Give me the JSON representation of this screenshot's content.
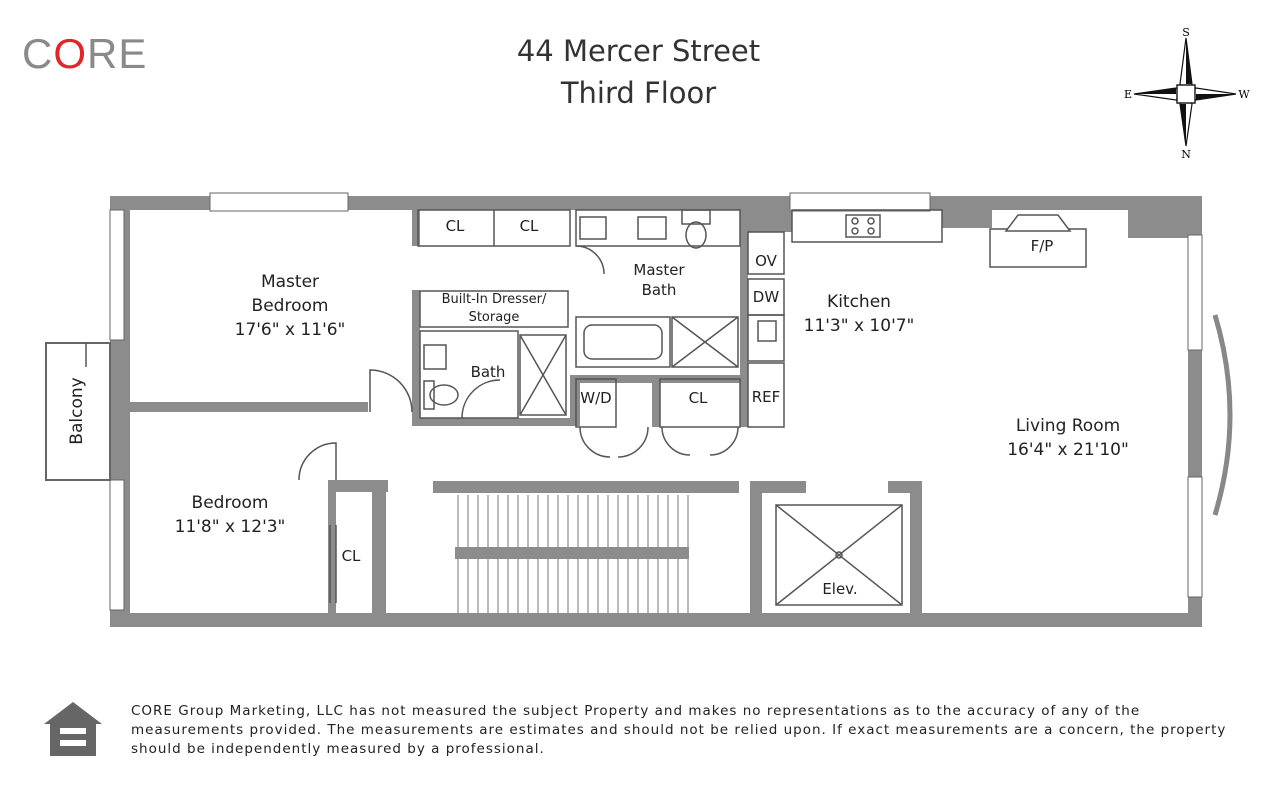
{
  "brand": {
    "logo_pre": "C",
    "logo_o": "O",
    "logo_post": "RE"
  },
  "header": {
    "address": "44 Mercer Street",
    "floor": "Third Floor"
  },
  "compass": {
    "north": "N",
    "south": "S",
    "east": "E",
    "west": "W"
  },
  "rooms": {
    "master_bedroom": {
      "name_line1": "Master",
      "name_line2": "Bedroom",
      "size": "17'6\" x 11'6\""
    },
    "bedroom": {
      "name": "Bedroom",
      "size": "11'8\" x 12'3\""
    },
    "kitchen": {
      "name": "Kitchen",
      "size": "11'3\" x 10'7\""
    },
    "living_room": {
      "name": "Living Room",
      "size": "16'4\" x 21'10\""
    },
    "master_bath": {
      "name_line1": "Master",
      "name_line2": "Bath"
    },
    "bath": {
      "name": "Bath"
    },
    "balcony": {
      "name": "Balcony"
    }
  },
  "fixtures": {
    "closet_1": "CL",
    "closet_2": "CL",
    "closet_3": "CL",
    "closet_4": "CL",
    "built_in_line1": "Built-In Dresser/",
    "built_in_line2": "Storage",
    "washer_dryer": "W/D",
    "oven": "OV",
    "dishwasher": "DW",
    "refrigerator": "REF",
    "fireplace": "F/P",
    "elevator": "Elev."
  },
  "footer": {
    "disclaimer": "CORE Group Marketing, LLC has not measured the subject Property and makes no representations as to the accuracy of any of the measurements provided. The measurements are estimates and should not be relied upon. If exact measurements are a concern, the property should be independently measured by a professional."
  },
  "colors": {
    "wall": "#8c8c8c",
    "line": "#555555",
    "brand_gray": "#8a8a8a",
    "brand_red": "#e0252b"
  }
}
